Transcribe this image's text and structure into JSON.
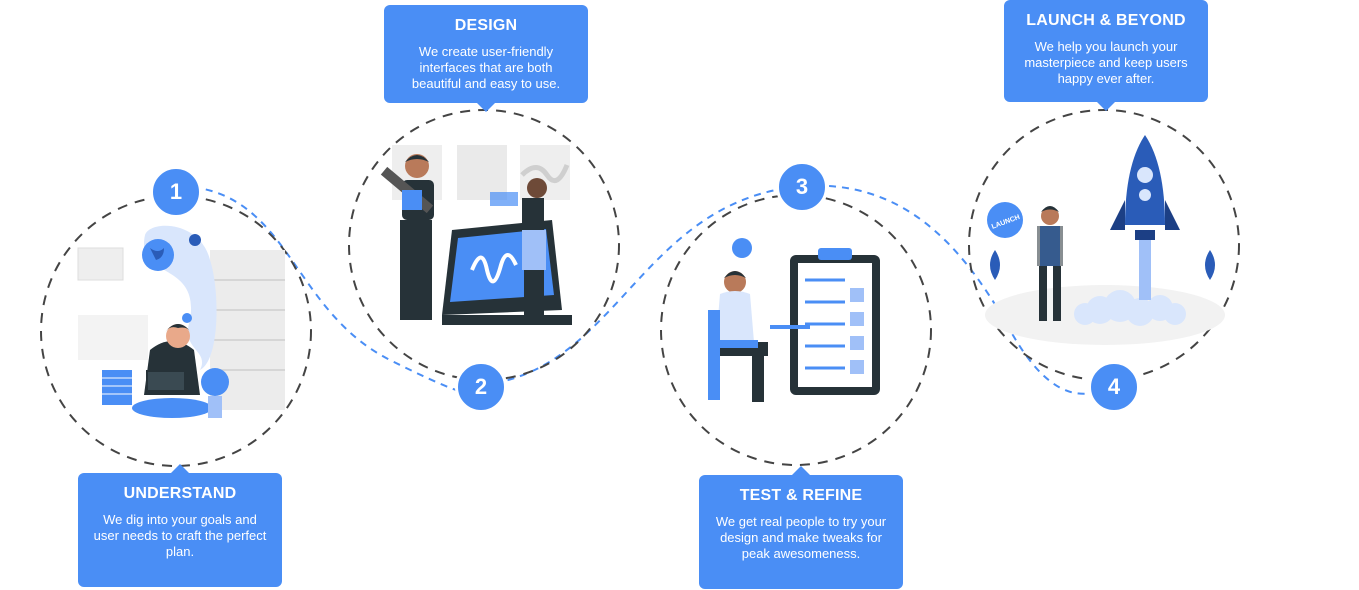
{
  "colors": {
    "accent": "#4a8ef5",
    "dark": "#263238",
    "dashed": "#444444"
  },
  "steps": [
    {
      "number": "1",
      "title": "UNDERSTAND",
      "description": "We dig into your goals and user needs to craft the perfect plan.",
      "illustration": "reading-person-icon"
    },
    {
      "number": "2",
      "title": "DESIGN",
      "description": "We create user-friendly interfaces that are both beautiful and easy to use.",
      "illustration": "designers-tablet-icon"
    },
    {
      "number": "3",
      "title": "TEST & REFINE",
      "description": "We get real people to try your design and make tweaks for peak awesomeness.",
      "illustration": "checklist-person-icon"
    },
    {
      "number": "4",
      "title": "LAUNCH & BEYOND",
      "description": "We help you launch your masterpiece and keep users happy ever after.",
      "illustration": "rocket-launch-icon"
    }
  ],
  "badge_text": "LAUNCH"
}
